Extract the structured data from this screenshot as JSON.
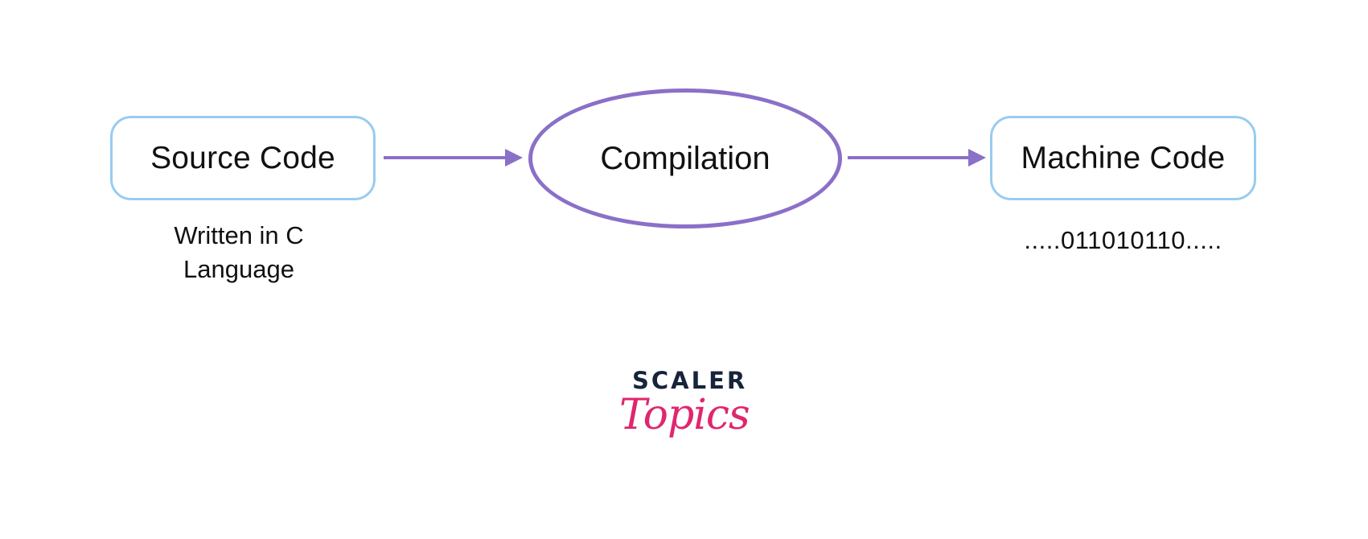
{
  "nodes": {
    "source": {
      "label": "Source Code",
      "note_line1": "Written in C",
      "note_line2": "Language"
    },
    "compilation": {
      "label": "Compilation"
    },
    "machine": {
      "label": "Machine Code",
      "note": ".....011010110....."
    }
  },
  "edges": [
    {
      "from": "Source Code",
      "to": "Compilation"
    },
    {
      "from": "Compilation",
      "to": "Machine Code"
    }
  ],
  "logo": {
    "line1": "SCALER",
    "line2": "Topics"
  },
  "colors": {
    "box_border": "#99ccf0",
    "oval_border": "#8a70c8",
    "arrow": "#8a70c8",
    "logo_dark": "#18243a",
    "logo_pink": "#e0266e"
  }
}
